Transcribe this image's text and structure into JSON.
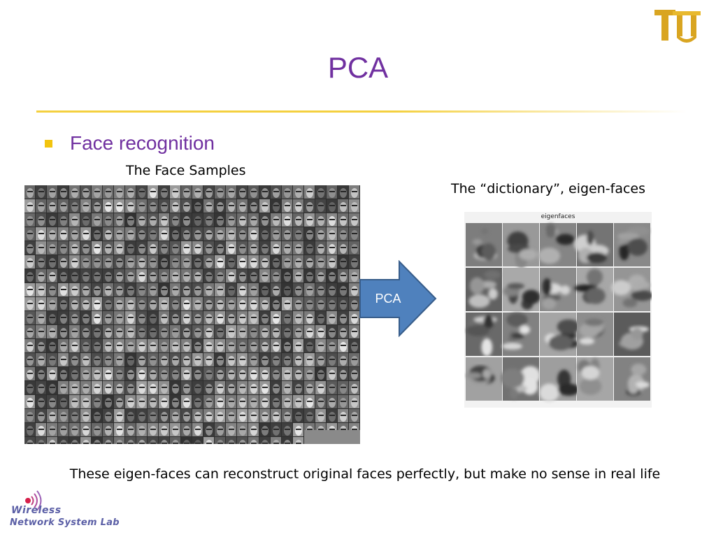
{
  "slide": {
    "title": "PCA",
    "bullet": "Face recognition",
    "left_caption": "The Face Samples",
    "right_caption": "The “dictionary”, eigen-faces",
    "eigenfaces_header": "eigenfaces",
    "arrow_label": "PCA",
    "footer": "These eigen-faces can reconstruct original faces perfectly, but make no sense in real life"
  },
  "logos": {
    "top_right": {
      "text": "TU",
      "icon": "university-logo"
    },
    "bottom_left": {
      "line1": "Wireless",
      "line2": "Network System Lab",
      "icon": "wifi-signal-icon"
    }
  },
  "colors": {
    "title": "#7030a0",
    "bullet_marker": "#f2c40f",
    "rule": "#f4d03f",
    "arrow_fill": "#4f81bd",
    "arrow_stroke": "#385d8a"
  }
}
